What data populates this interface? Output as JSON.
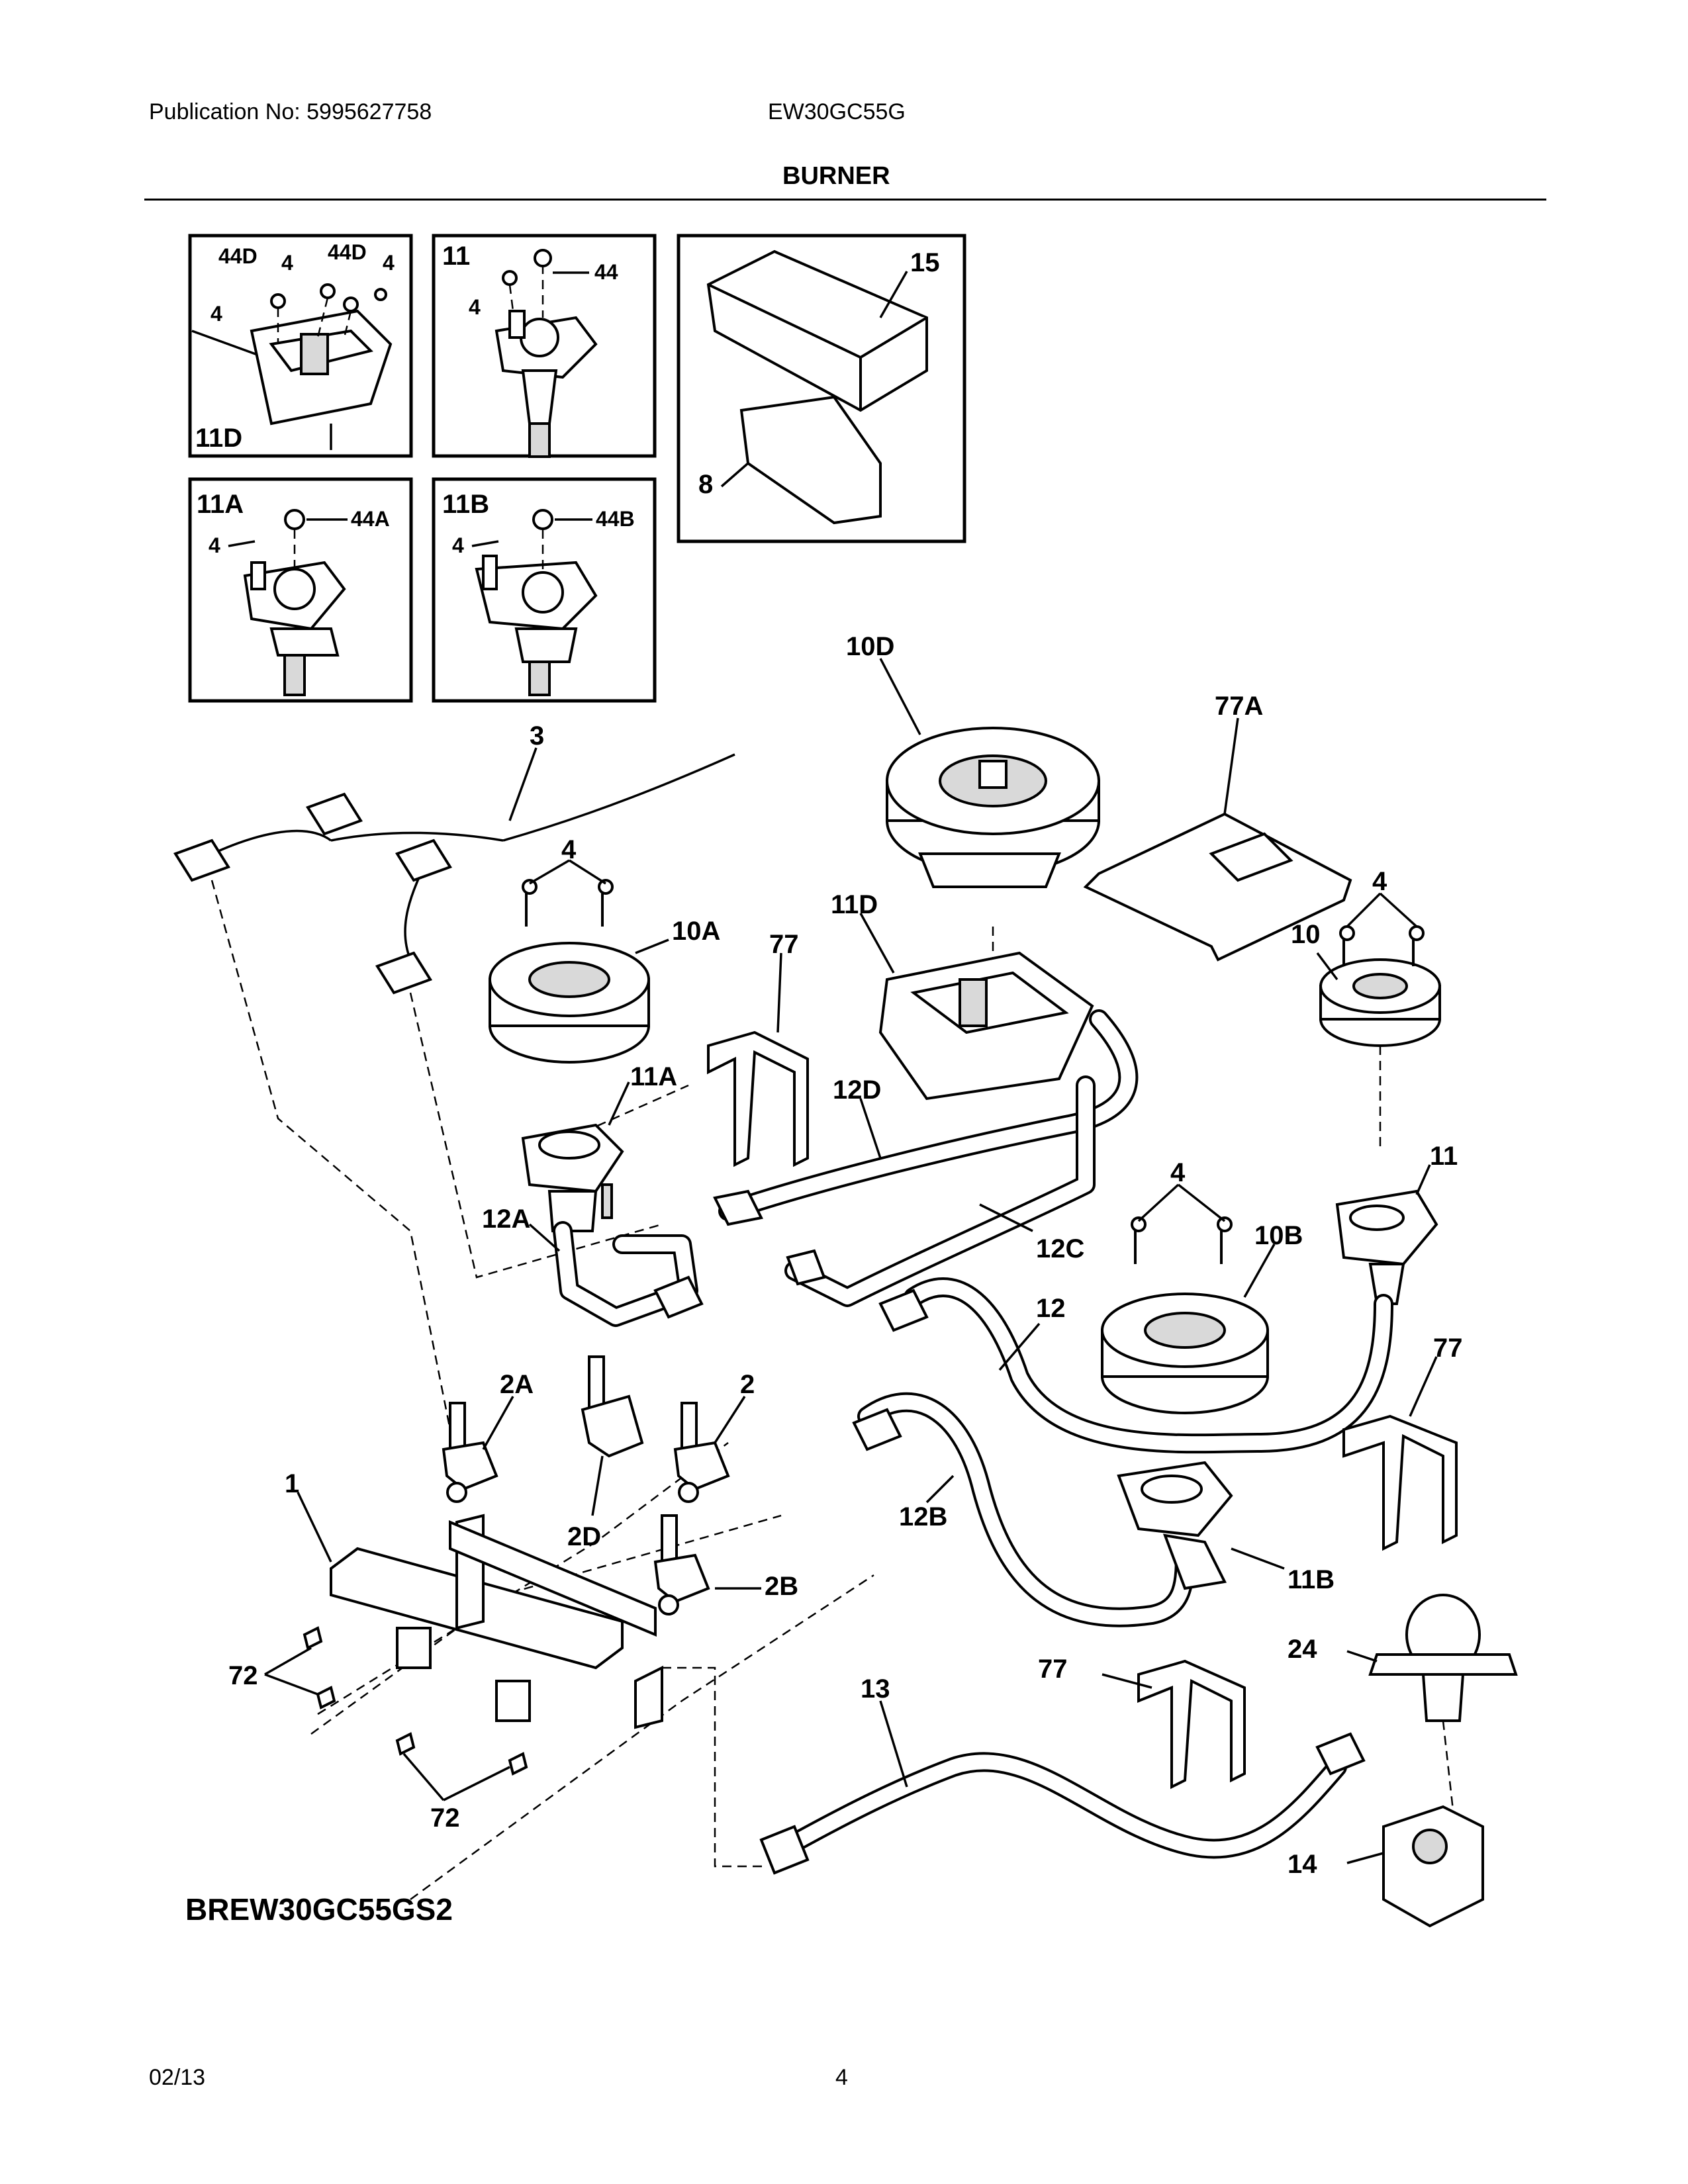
{
  "header": {
    "publication": "Publication No: 5995627758",
    "model": "EW30GC55G",
    "section_title": "BURNER"
  },
  "footer": {
    "date": "02/13",
    "page": "4"
  },
  "diagram_code": "BREW30GC55GS2",
  "callouts": {
    "inset_11d": [
      "44D",
      "4",
      "44D",
      "4",
      "4",
      "11D"
    ],
    "inset_11": [
      "11",
      "44",
      "4"
    ],
    "inset_15": [
      "15",
      "8"
    ],
    "inset_11a": [
      "11A",
      "44A",
      "4"
    ],
    "inset_11b": [
      "11B",
      "44B",
      "4"
    ],
    "main": {
      "p3": "3",
      "p4a": "4",
      "p10a": "10A",
      "p77a": "77",
      "p11a": "11A",
      "p12a": "12A",
      "p10d": "10D",
      "p77a2": "77A",
      "p11d": "11D",
      "p12d": "12D",
      "p12c": "12C",
      "p4b": "4",
      "p10": "10",
      "p11": "11",
      "p4c": "4",
      "p10b": "10B",
      "p12": "12",
      "p77b": "77",
      "p2a": "2A",
      "p2": "2",
      "p2d": "2D",
      "p1": "1",
      "p2b": "2B",
      "p12b": "12B",
      "p11b": "11B",
      "p72a": "72",
      "p72b": "72",
      "p13": "13",
      "p77c": "77",
      "p24": "24",
      "p14": "14"
    }
  }
}
